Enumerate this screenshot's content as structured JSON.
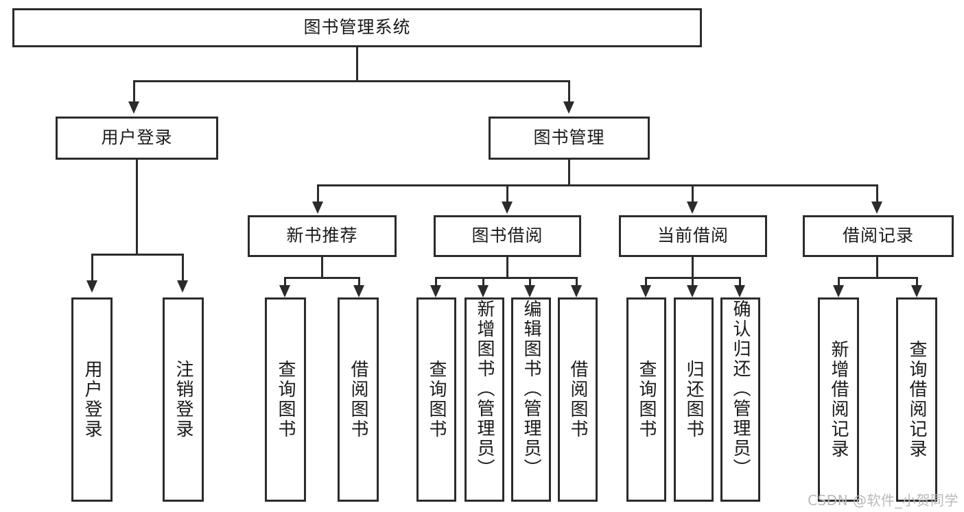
{
  "diagram": {
    "type": "tree-hierarchy",
    "title": "图书管理系统",
    "watermark": "CSDN @软件_小贺同学",
    "colors": {
      "stroke": "#2b2b2b",
      "fill": "#ffffff",
      "text": "#1a1a1a",
      "watermark": "#b9b9b9"
    },
    "levels": {
      "root": "图书管理系统",
      "level2": [
        "用户登录",
        "图书管理"
      ],
      "level3": [
        "新书推荐",
        "图书借阅",
        "当前借阅",
        "借阅记录"
      ]
    },
    "nodes": {
      "root": {
        "label": "图书管理系统"
      },
      "user_login": {
        "label": "用户登录"
      },
      "book_manage": {
        "label": "图书管理"
      },
      "new_book_rec": {
        "label": "新书推荐"
      },
      "book_borrow": {
        "label": "图书借阅"
      },
      "current_borrow": {
        "label": "当前借阅"
      },
      "borrow_record": {
        "label": "借阅记录"
      },
      "leaf_user_login": {
        "label": "用户登录"
      },
      "leaf_logout": {
        "label": "注销登录"
      },
      "leaf_query_book_1": {
        "label": "查询图书"
      },
      "leaf_borrow_book_1": {
        "label": "借阅图书"
      },
      "leaf_query_book_2": {
        "label": "查询图书"
      },
      "leaf_add_book_admin": {
        "label": "新增图书（管理员）"
      },
      "leaf_edit_book_admin": {
        "label": "编辑图书（管理员）"
      },
      "leaf_borrow_book_2": {
        "label": "借阅图书"
      },
      "leaf_query_book_3": {
        "label": "查询图书"
      },
      "leaf_return_book": {
        "label": "归还图书"
      },
      "leaf_confirm_return_admin": {
        "label": "确认归还（管理员）"
      },
      "leaf_add_borrow_record": {
        "label": "新增借阅记录"
      },
      "leaf_query_borrow_record": {
        "label": "查询借阅记录"
      }
    },
    "edges": [
      {
        "from": "root",
        "to": "user_login"
      },
      {
        "from": "root",
        "to": "book_manage"
      },
      {
        "from": "user_login",
        "to": "leaf_user_login"
      },
      {
        "from": "user_login",
        "to": "leaf_logout"
      },
      {
        "from": "book_manage",
        "to": "new_book_rec"
      },
      {
        "from": "book_manage",
        "to": "book_borrow"
      },
      {
        "from": "book_manage",
        "to": "current_borrow"
      },
      {
        "from": "book_manage",
        "to": "borrow_record"
      },
      {
        "from": "new_book_rec",
        "to": "leaf_query_book_1"
      },
      {
        "from": "new_book_rec",
        "to": "leaf_borrow_book_1"
      },
      {
        "from": "book_borrow",
        "to": "leaf_query_book_2"
      },
      {
        "from": "book_borrow",
        "to": "leaf_add_book_admin"
      },
      {
        "from": "book_borrow",
        "to": "leaf_edit_book_admin"
      },
      {
        "from": "book_borrow",
        "to": "leaf_borrow_book_2"
      },
      {
        "from": "current_borrow",
        "to": "leaf_query_book_3"
      },
      {
        "from": "current_borrow",
        "to": "leaf_return_book"
      },
      {
        "from": "current_borrow",
        "to": "leaf_confirm_return_admin"
      },
      {
        "from": "borrow_record",
        "to": "leaf_add_borrow_record"
      },
      {
        "from": "borrow_record",
        "to": "leaf_query_borrow_record"
      }
    ]
  }
}
